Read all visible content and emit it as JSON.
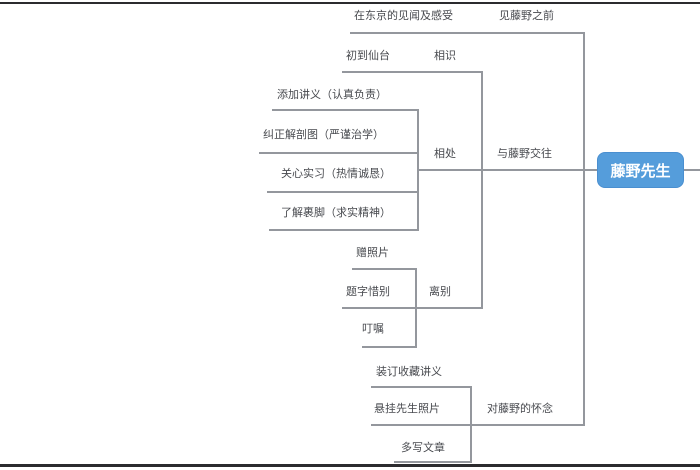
{
  "mindmap": {
    "root": {
      "label": "藤野先生"
    },
    "branches": [
      {
        "label": "见藤野之前",
        "children": [
          {
            "label": "在东京的见闻及感受"
          }
        ]
      },
      {
        "label": "与藤野交往",
        "children": [
          {
            "label": "相识",
            "children": [
              {
                "label": "初到仙台"
              }
            ]
          },
          {
            "label": "相处",
            "children": [
              {
                "label": "添加讲义（认真负责）"
              },
              {
                "label": "纠正解剖图（严谨治学）"
              },
              {
                "label": "关心实习（热情诚恳）"
              },
              {
                "label": "了解裹脚（求实精神）"
              }
            ]
          },
          {
            "label": "离别",
            "children": [
              {
                "label": "赠照片"
              },
              {
                "label": "题字惜别"
              },
              {
                "label": "叮嘱"
              }
            ]
          }
        ]
      },
      {
        "label": "对藤野的怀念",
        "children": [
          {
            "label": "装订收藏讲义"
          },
          {
            "label": "悬挂先生照片"
          },
          {
            "label": "多写文章"
          }
        ]
      }
    ],
    "colors": {
      "root_fill": "#559ddb",
      "root_border": "#4a8fd0",
      "root_text": "#ffffff",
      "connector": "#94979d",
      "label_text": "#47494e",
      "frame_edge": "#2b2b2e",
      "background": "#ffffff"
    }
  }
}
